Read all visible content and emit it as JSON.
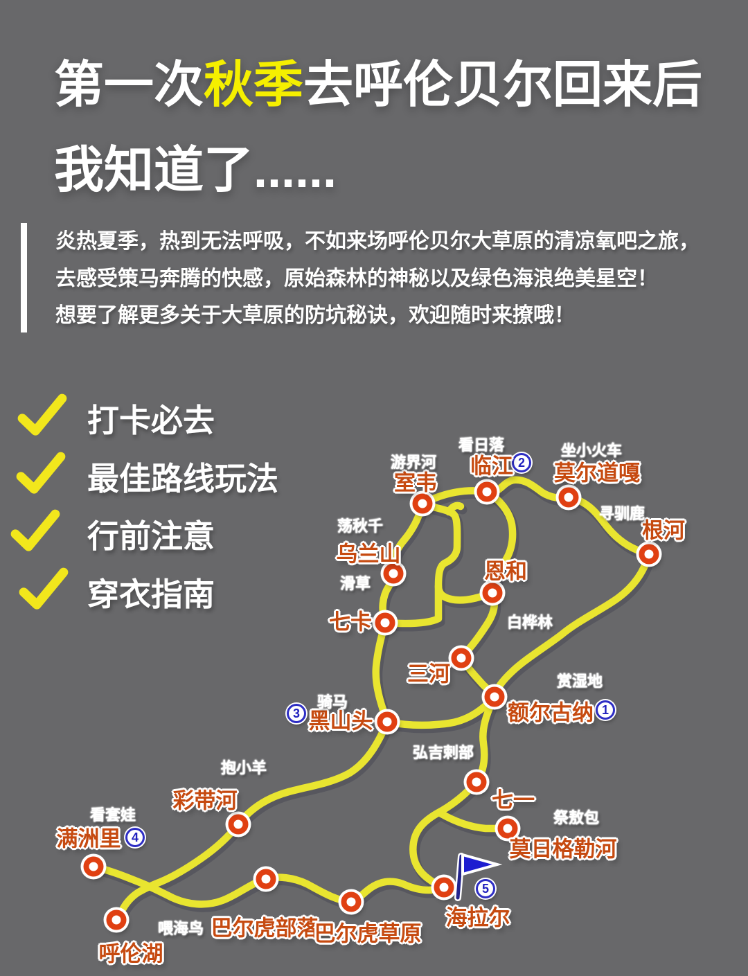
{
  "header": {
    "title_pre": "第一次",
    "title_highlight": "秋季",
    "title_post": "去呼伦贝尔回来后",
    "subtitle": "我知道了......"
  },
  "intro": {
    "lines": [
      "炎热夏季，热到无法呼吸，不如来场呼伦贝尔大草原的清凉氧吧之旅，",
      "去感受策马奔腾的快感，原始森林的神秘以及绿色海浪绝美星空！",
      "想要了解更多关于大草原的防坑秘诀，欢迎随时来撩哦！"
    ]
  },
  "checklist": {
    "items": [
      {
        "label": "打卡必去"
      },
      {
        "label": "最佳路线玩法"
      },
      {
        "label": "行前注意"
      },
      {
        "label": "穿衣指南"
      }
    ]
  },
  "map": {
    "stops": [
      {
        "name": "室韦"
      },
      {
        "name": "临江"
      },
      {
        "name": "莫尔道嘎"
      },
      {
        "name": "根河"
      },
      {
        "name": "乌兰山"
      },
      {
        "name": "恩和"
      },
      {
        "name": "七卡"
      },
      {
        "name": "三河"
      },
      {
        "name": "额尔古纳"
      },
      {
        "name": "黑山头"
      },
      {
        "name": "七一"
      },
      {
        "name": "莫日格勒河"
      },
      {
        "name": "彩带河"
      },
      {
        "name": "满洲里"
      },
      {
        "name": "呼伦湖"
      },
      {
        "name": "巴尔虎部落"
      },
      {
        "name": "巴尔虎草原"
      },
      {
        "name": "海拉尔"
      }
    ],
    "activities": [
      {
        "text": "游界河"
      },
      {
        "text": "看日落"
      },
      {
        "text": "坐小火车"
      },
      {
        "text": "寻驯鹿"
      },
      {
        "text": "荡秋千"
      },
      {
        "text": "滑草"
      },
      {
        "text": "白桦林"
      },
      {
        "text": "赏湿地"
      },
      {
        "text": "骑马"
      },
      {
        "text": "弘吉剌部"
      },
      {
        "text": "抱小羊"
      },
      {
        "text": "祭敖包"
      },
      {
        "text": "看套娃"
      },
      {
        "text": "喂海鸟"
      }
    ],
    "badges": [
      {
        "num": "2"
      },
      {
        "num": "1"
      },
      {
        "num": "3"
      },
      {
        "num": "4"
      },
      {
        "num": "5"
      }
    ],
    "colors": {
      "background": "#68686a",
      "road_yellow": "#e9e530",
      "road_shadow": "#55555c",
      "marker_red": "#e04012",
      "stop_text_orange": "#c64a10",
      "badge_blue": "#2d2dc4",
      "flag_blue": "#1d1dd0",
      "highlight_yellow": "#f5ef00",
      "check_yellow": "#f2e71c"
    }
  }
}
